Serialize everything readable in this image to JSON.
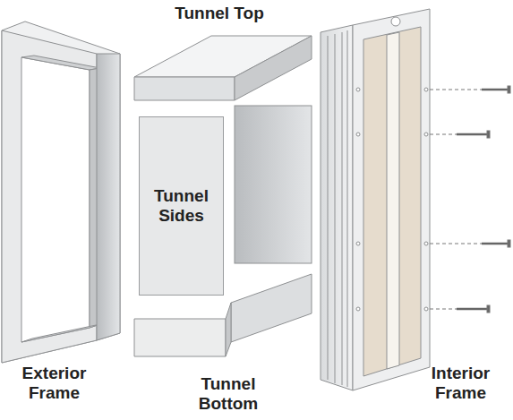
{
  "diagram": {
    "nodes": [
      {
        "text": [
          "Tunnel Sides"
        ]
      }
    ],
    "labels": [
      "Tunnel Top",
      "Exterior Frame",
      "Tunnel Bottom",
      "Interior Frame"
    ]
  }
}
